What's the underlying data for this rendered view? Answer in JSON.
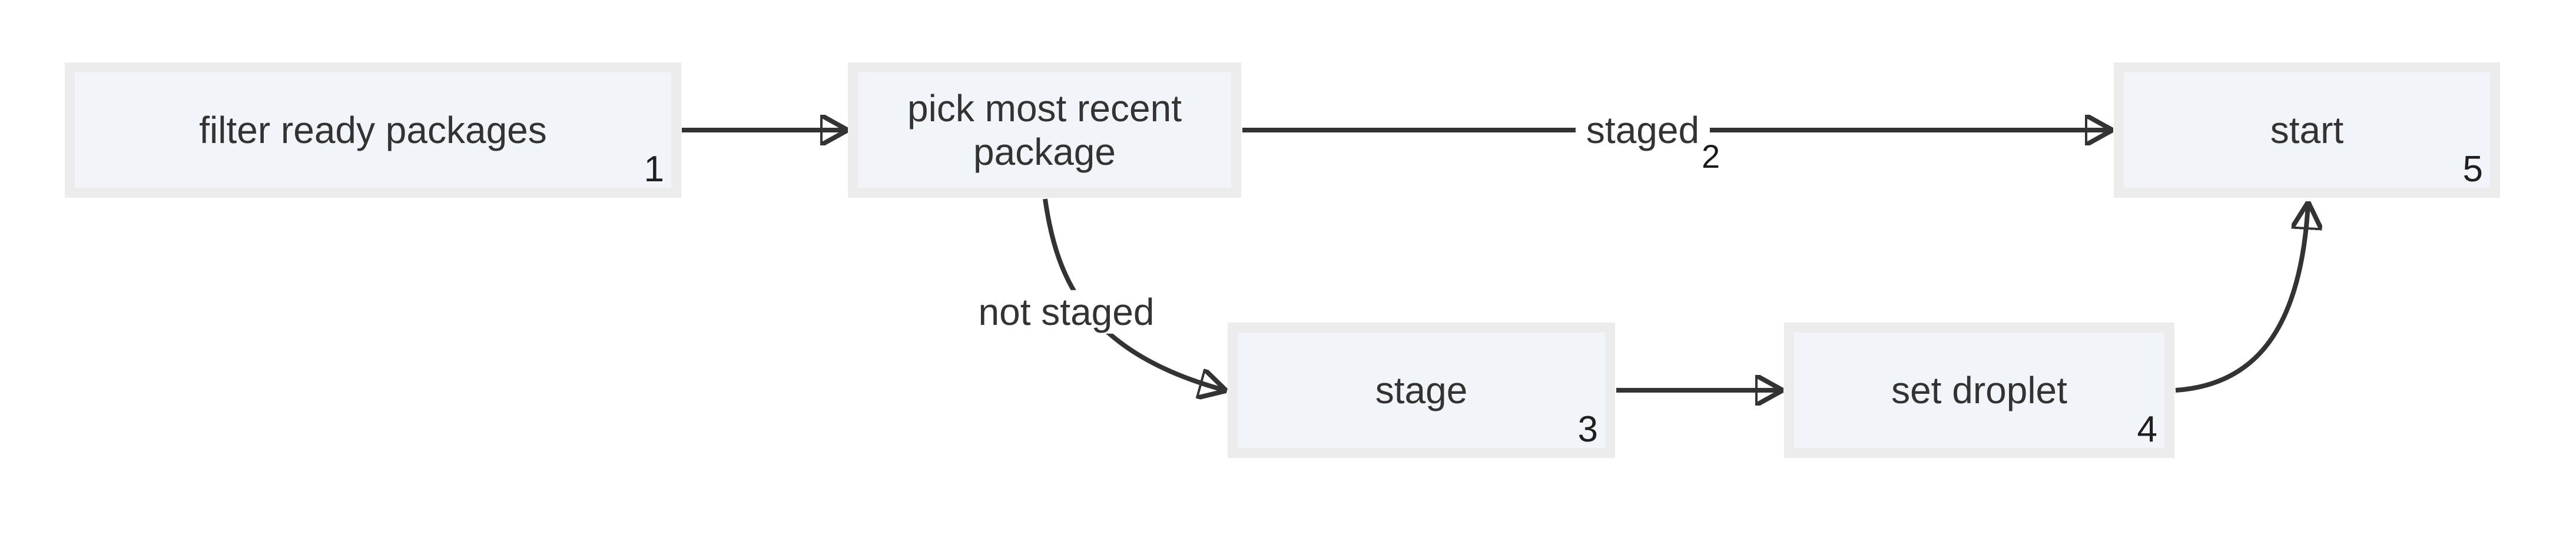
{
  "diagram": {
    "type": "flowchart",
    "colors": {
      "background": "#ffffff",
      "node_fill": "#f1f5f9",
      "node_border": "#ececec",
      "text": "#333333",
      "edge": "#333333"
    },
    "nodes": [
      {
        "id": "filter_ready_packages",
        "label": "filter ready packages",
        "badge": "1"
      },
      {
        "id": "pick_most_recent_package",
        "label": "pick most recent package",
        "badge": ""
      },
      {
        "id": "stage",
        "label": "stage",
        "badge": "3"
      },
      {
        "id": "set_droplet",
        "label": "set droplet",
        "badge": "4"
      },
      {
        "id": "start",
        "label": "start",
        "badge": "5"
      }
    ],
    "edges": [
      {
        "from": "filter ready packages",
        "to": "pick most recent package",
        "label": "",
        "badge": ""
      },
      {
        "from": "pick most recent package",
        "to": "start",
        "label": "staged",
        "badge": "2"
      },
      {
        "from": "pick most recent package",
        "to": "stage",
        "label": "not staged",
        "badge": ""
      },
      {
        "from": "stage",
        "to": "set droplet",
        "label": "",
        "badge": ""
      },
      {
        "from": "set droplet",
        "to": "start",
        "label": "",
        "badge": ""
      }
    ]
  }
}
